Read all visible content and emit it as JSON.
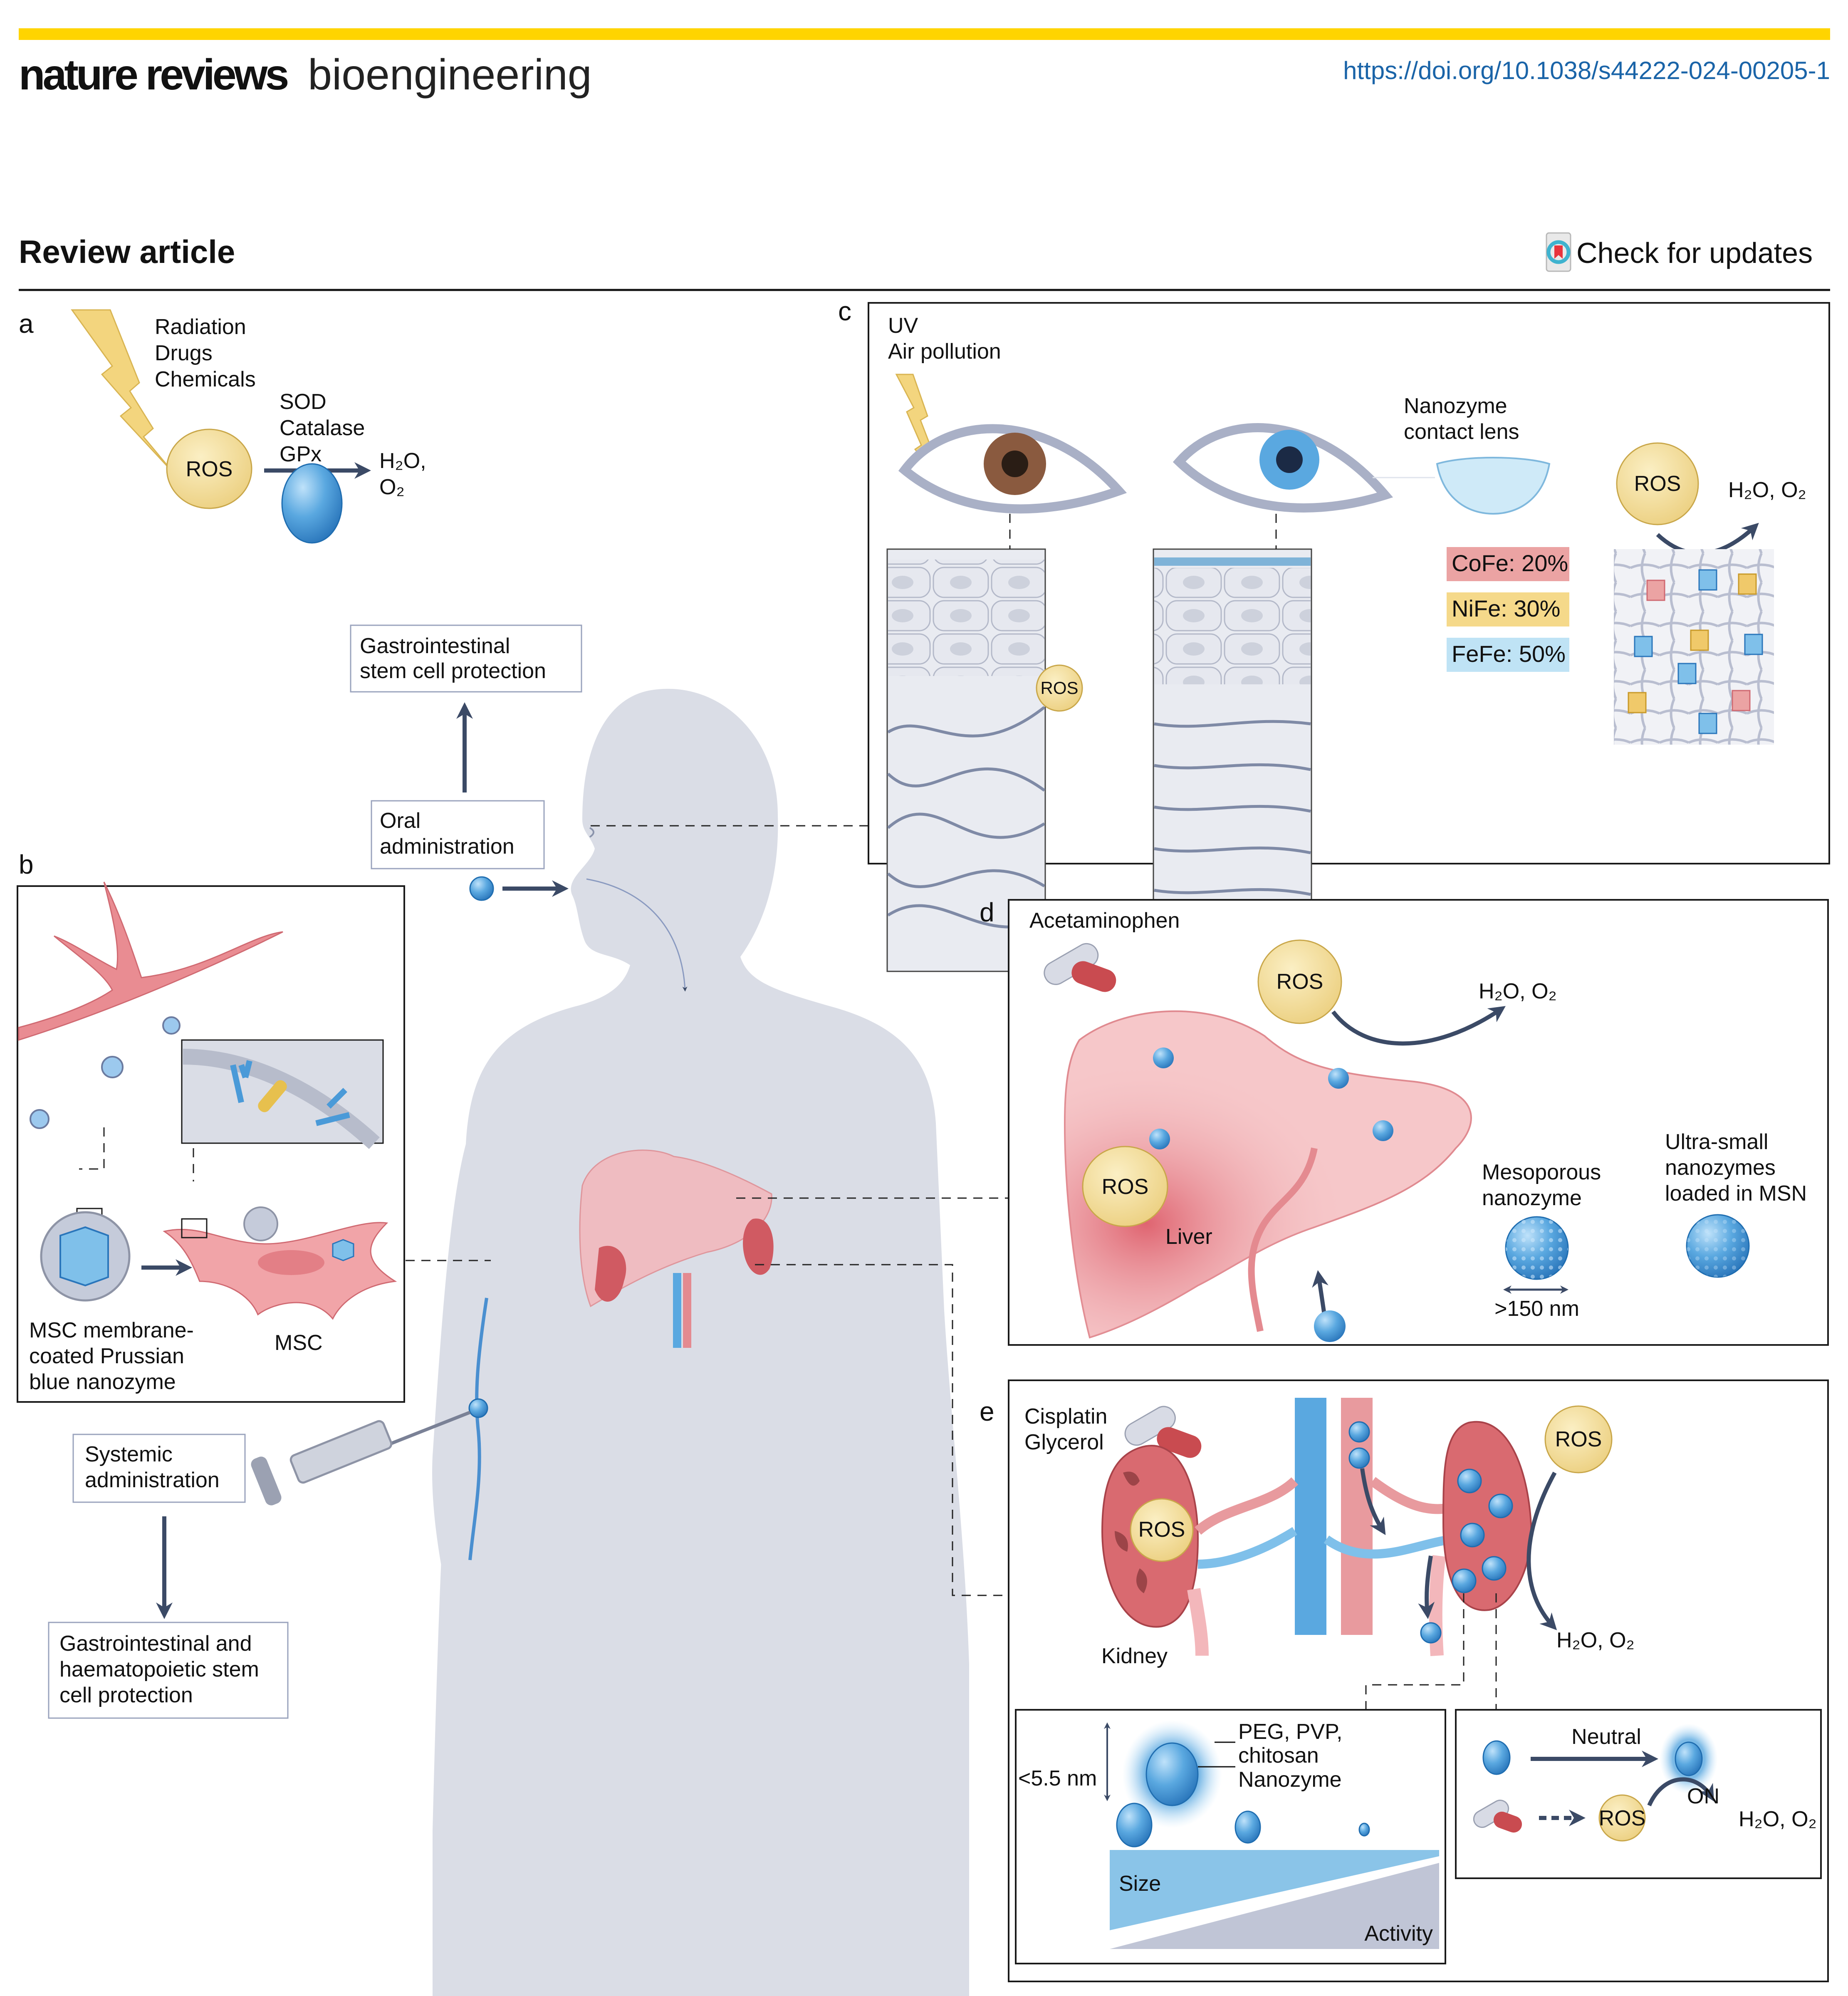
{
  "header": {
    "journal_bold": "nature reviews",
    "journal_light": "bioengineering",
    "doi_link": "https://doi.org/10.1038/s44222-024-00205-1",
    "article_type": "Review article",
    "check_updates_label": "Check for updates",
    "accent_bar_color": "#ffd400",
    "doi_color": "#1a64a8"
  },
  "panel_a": {
    "letter": "a",
    "stressors": [
      "Radiation",
      "Drugs",
      "Chemicals"
    ],
    "ros_label": "ROS",
    "enzymes": [
      "SOD",
      "Catalase",
      "GPx"
    ],
    "product_line1": "H₂O,",
    "product_line2": "O₂"
  },
  "panel_b": {
    "letter": "b",
    "nanozyme_caption": [
      "MSC membrane-",
      "coated Prussian",
      "blue nanozyme"
    ],
    "msc_label": "MSC"
  },
  "center": {
    "oral_outcome": [
      "Gastrointestinal",
      "stem cell protection"
    ],
    "oral_route": [
      "Oral",
      "administration"
    ],
    "systemic_route": [
      "Systemic",
      "administration"
    ],
    "systemic_outcome": [
      "Gastrointestinal and",
      "haematopoietic stem",
      "cell protection"
    ]
  },
  "panel_c": {
    "letter": "c",
    "stressors": [
      "UV",
      "Air pollution"
    ],
    "lens_label": [
      "Nanozyme",
      "contact lens"
    ],
    "ros_label": "ROS",
    "tissue_ros_label": "ROS",
    "product": "H₂O, O₂",
    "compositions": [
      {
        "label": "CoFe: 20%",
        "color": "#eba3a3"
      },
      {
        "label": "NiFe: 30%",
        "color": "#f5d98a"
      },
      {
        "label": "FeFe: 50%",
        "color": "#bfe3f5"
      }
    ]
  },
  "panel_d": {
    "letter": "d",
    "drug": "Acetaminophen",
    "ros_label": "ROS",
    "liver_ros_label": "ROS",
    "product": "H₂O, O₂",
    "organ_label": "Liver",
    "mesoporous_label": [
      "Mesoporous",
      "nanozyme"
    ],
    "size_label": ">150 nm",
    "ultrasmall_label": [
      "Ultra-small",
      "nanozymes",
      "loaded in MSN"
    ]
  },
  "panel_e": {
    "letter": "e",
    "drugs": [
      "Cisplatin",
      "Glycerol"
    ],
    "kidney_ros_label": "ROS",
    "ros_label": "ROS",
    "organ_label": "Kidney",
    "product": "H₂O, O₂",
    "size_threshold": "<5.5 nm",
    "coating_label": [
      "PEG, PVP,",
      "chitosan"
    ],
    "core_label": "Nanozyme",
    "gradient_size": "Size",
    "gradient_activity": "Activity",
    "neutral_label": "Neutral",
    "on_label": "ON",
    "switch_ros_label": "ROS",
    "switch_product": "H₂O, O₂"
  }
}
